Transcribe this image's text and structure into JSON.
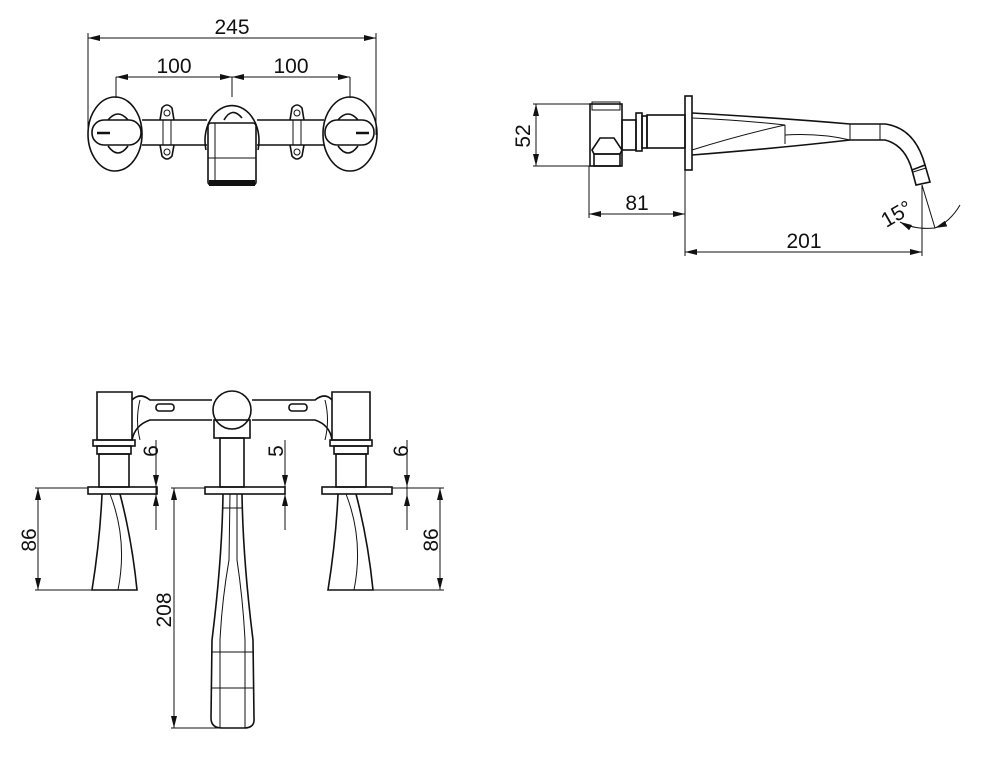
{
  "colors": {
    "line": "#111111",
    "background": "#ffffff"
  },
  "front_view": {
    "overall_width": "245",
    "spacing_left": "100",
    "spacing_right": "100"
  },
  "side_view": {
    "body_height": "52",
    "wall_depth": "81",
    "spout_projection": "201",
    "spout_angle": "15°"
  },
  "installation_view": {
    "left_gap": "6",
    "center_gap": "5",
    "right_gap": "6",
    "left_handle_length": "86",
    "right_handle_length": "86",
    "spout_length": "208"
  }
}
